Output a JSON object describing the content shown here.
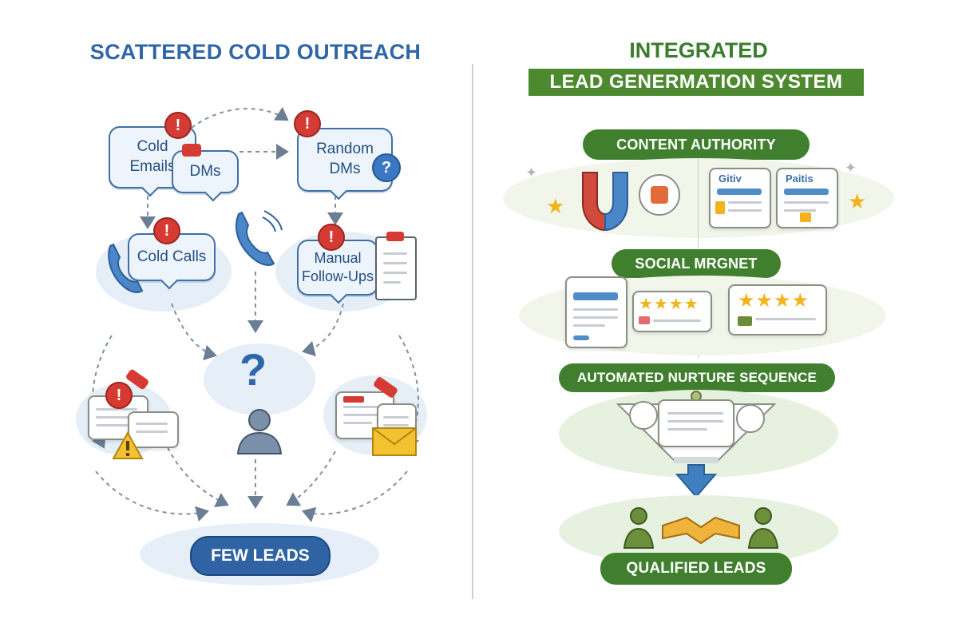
{
  "left": {
    "title": "SCATTERED COLD OUTREACH",
    "bubbles": {
      "cold_emails": "Cold\nEmails",
      "dms": "DMs",
      "random_dms": "Random\nDMs",
      "cold_calls": "Cold Calls",
      "manual_followups": "Manual\nFollow-Ups"
    },
    "alert_glyph": "!",
    "question_glyph": "?",
    "result": "FEW LEADS"
  },
  "right": {
    "title": "INTEGRATED",
    "subtitle": "LEAD GENERMATION SYSTEM",
    "sections": {
      "content_authority": "CONTENT AUTHORITY",
      "social_magnet": "SOCIAL MRGNET",
      "automated_nurture": "AUTOMATED NURTURE SEQUENCE",
      "qualified_leads": "QUALIFIED LEADS"
    },
    "card_labels": {
      "card1": "Gitiv",
      "card2": "Paitis"
    },
    "stars": "★★★★",
    "star_single": "★"
  },
  "colors": {
    "left_accent": "#2f66a7",
    "alert_red": "#d63b33",
    "right_accent": "#3f7f2e",
    "star_gold": "#f2b31b"
  }
}
